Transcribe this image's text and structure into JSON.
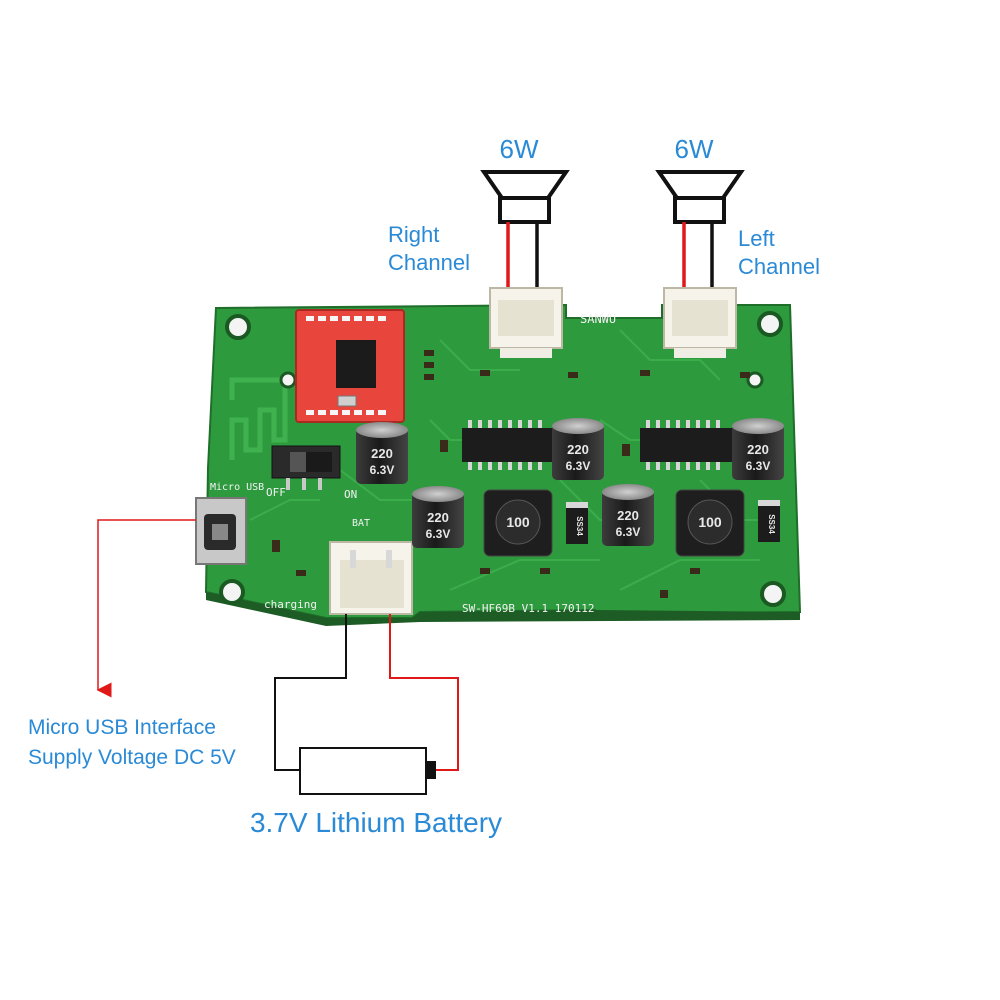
{
  "labels": {
    "right_speaker_power": "6W",
    "left_speaker_power": "6W",
    "right_channel_line1": "Right",
    "right_channel_line2": "Channel",
    "left_channel_line1": "Left",
    "left_channel_line2": "Channel",
    "usb_line1": "Micro USB Interface",
    "usb_line2": "Supply Voltage DC 5V",
    "battery": "3.7V Lithium Battery"
  },
  "board_silkscreen": {
    "brand": "SANWU",
    "model": "SW-HF69B  V1.1  170112",
    "usb_label": "Micro USB",
    "off": "OFF",
    "on": "ON",
    "bat": "BAT",
    "charging": "charging",
    "inductor": "100",
    "cap_value": "220",
    "cap_voltage": "6.3V",
    "diode": "SS34"
  },
  "colors": {
    "label_blue": "#2a8ad6",
    "board_green": "#2e9a3e",
    "wire_red": "#e01818",
    "wire_black": "#111111",
    "bt_module_red": "#e8453c"
  }
}
